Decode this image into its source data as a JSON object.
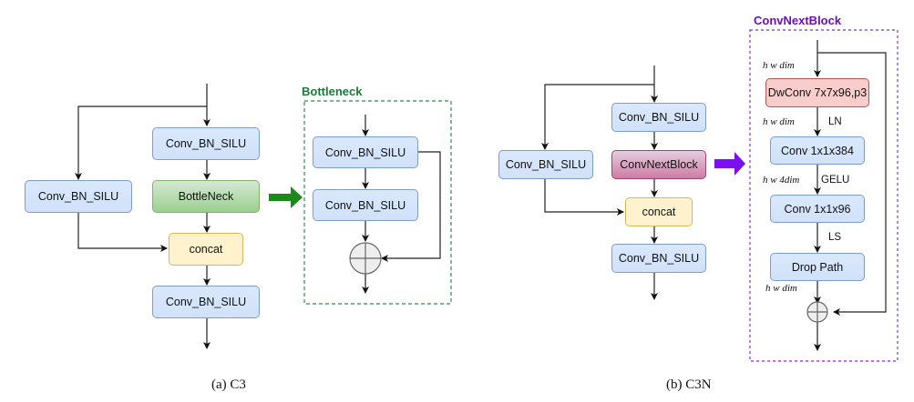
{
  "colors": {
    "block_fill": "#dae8fc",
    "bottleneck_fill": "#9bd08f",
    "concat_fill": "#fff2cc",
    "convnext_fill": "#cf7ba5",
    "dwconv_fill": "#f8cecc",
    "bottleneck_accent": "#1a7a3a",
    "convnext_accent": "#7a1fd0"
  },
  "c3": {
    "caption": "(a)  C3",
    "nodes": {
      "top_conv": "Conv_BN_SILU",
      "left_conv": "Conv_BN_SILU",
      "bottleneck": "BottleNeck",
      "concat": "concat",
      "bottom_conv": "Conv_BN_SILU"
    },
    "bottleneck_detail": {
      "title": "Bottleneck",
      "conv1": "Conv_BN_SILU",
      "conv2": "Conv_BN_SILU",
      "add_symbol": "circle-plus"
    }
  },
  "c3n": {
    "caption": "(b)  C3N",
    "nodes": {
      "top_conv": "Conv_BN_SILU",
      "left_conv": "Conv_BN_SILU",
      "convnext": "ConvNextBlock",
      "concat": "concat",
      "bottom_conv": "Conv_BN_SILU"
    },
    "convnext_detail": {
      "title": "ConvNextBlock",
      "dwconv": "DwConv 7x7x96,p3",
      "conv1": "Conv 1x1x384",
      "conv2": "Conv 1x1x96",
      "drop_path": "Drop Path",
      "dim_labels": [
        "h w dim",
        "h w dim",
        "h w 4dim",
        "h w dim"
      ],
      "op_labels": [
        "LN",
        "GELU",
        "LS"
      ],
      "add_symbol": "circle-plus"
    }
  }
}
